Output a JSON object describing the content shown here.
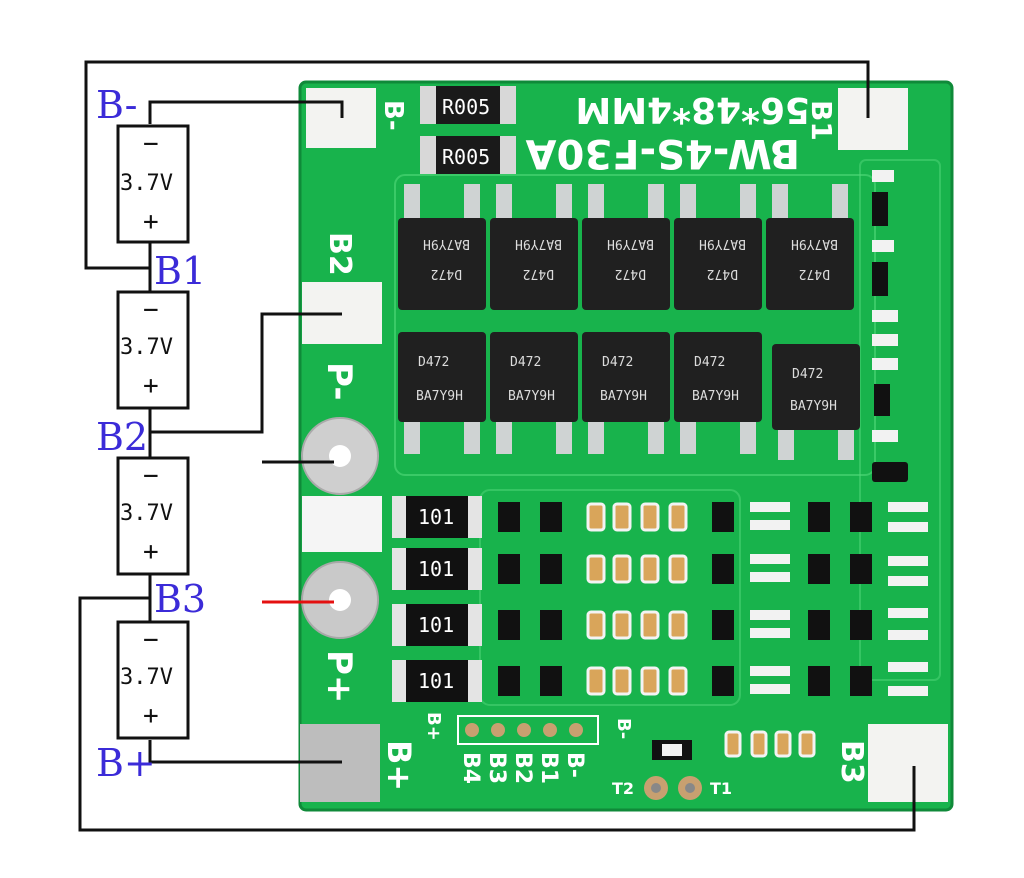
{
  "board": {
    "title": "BW-4S-F30A",
    "size_marking": "56*48*4MM",
    "pad_labels": {
      "b_minus": "B-",
      "b1": "B1",
      "b2": "B2",
      "b3": "B3",
      "b_plus": "B+",
      "p_minus": "P-",
      "p_plus": "P+"
    },
    "header_labels": [
      "B4",
      "B3",
      "B2",
      "B1",
      "B-"
    ],
    "header_bplus": "B+",
    "header_bminus": "B-",
    "thermistor_labels": [
      "T2",
      "T1"
    ],
    "shunt_resistor_marking": "R005",
    "resistor_marking": "101",
    "mosfet_marking_top": "D472",
    "mosfet_marking_bottom": "BA7Y9H"
  },
  "diagram": {
    "node_labels": [
      "B-",
      "B1",
      "B2",
      "B3",
      "B+"
    ],
    "cells": [
      {
        "voltage": "3.7V",
        "minus": "−",
        "plus": "+"
      },
      {
        "voltage": "3.7V",
        "minus": "−",
        "plus": "+"
      },
      {
        "voltage": "3.7V",
        "minus": "−",
        "plus": "+"
      },
      {
        "voltage": "3.7V",
        "minus": "−",
        "plus": "+"
      }
    ]
  },
  "colors": {
    "pcb_green": "#16b04a",
    "label_blue": "#3b2bd8",
    "positive_wire": "#e41010",
    "wire": "#111111"
  }
}
